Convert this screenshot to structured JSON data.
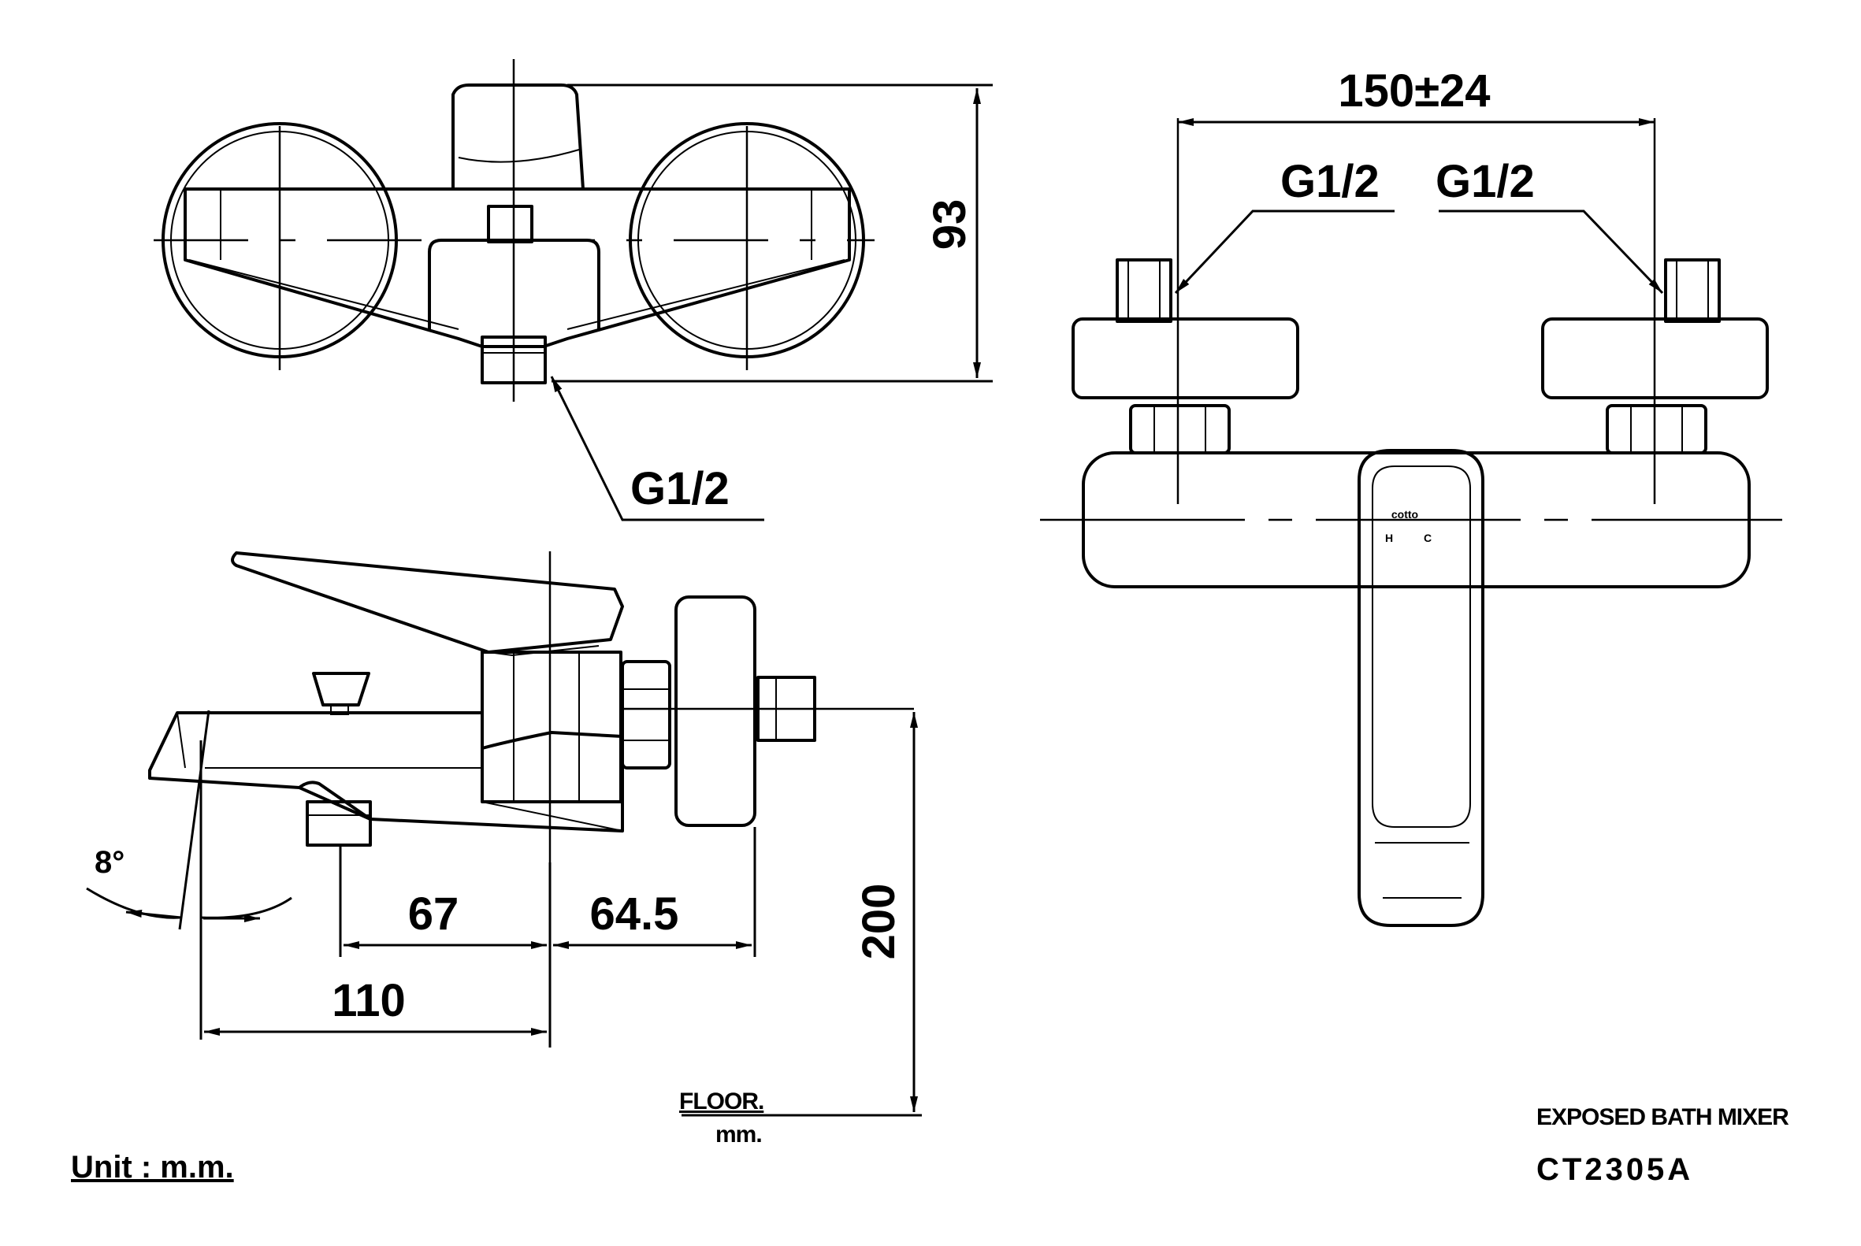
{
  "drawing": {
    "product_name": "EXPOSED  BATH MIXER",
    "model_code": "CT2305A",
    "unit_label": "Unit : m.m.",
    "floor_label": "FLOOR.",
    "floor_unit": "mm.",
    "handle_letters": {
      "hot": "H",
      "cold": "C"
    },
    "handle_logo": "cotto"
  },
  "dimensions": {
    "top_height": "93",
    "top_outlet_thread": "G1/2",
    "front_width": "150",
    "front_tolerance": "±24",
    "front_inlet_left": "G1/2",
    "front_inlet_right": "G1/2",
    "side_angle": "8°",
    "side_dim_67": "67",
    "side_dim_64_5": "64.5",
    "side_dim_110": "110",
    "side_height": "200"
  }
}
